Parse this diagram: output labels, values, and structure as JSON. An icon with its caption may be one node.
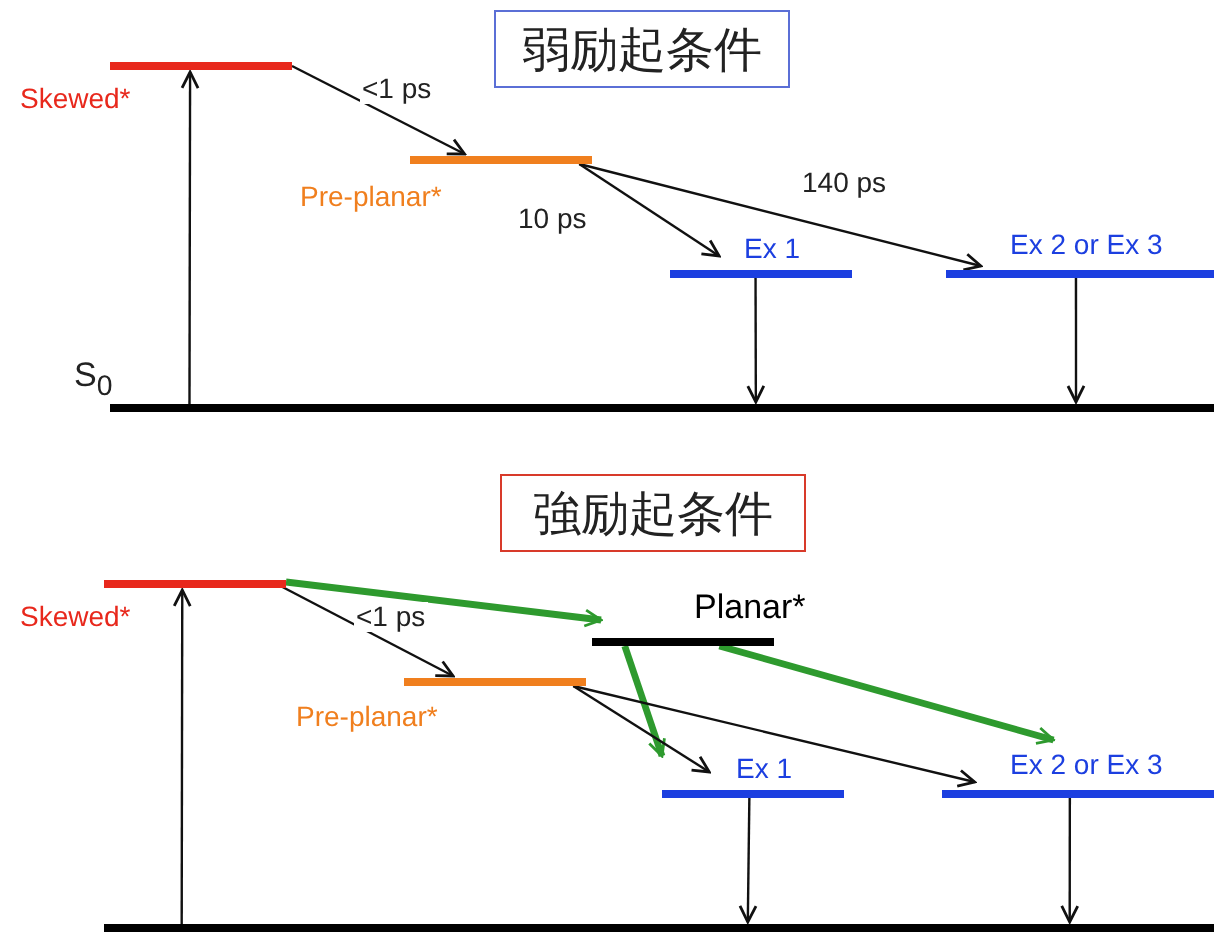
{
  "diagram": {
    "nodes": [
      {
        "text": [
          "弱励起条件"
        ]
      },
      {
        "text": [
          "Skewed*"
        ]
      },
      {
        "text": [
          "Pre-planar*"
        ]
      },
      {
        "text": [
          "Ex 1"
        ]
      },
      {
        "text": [
          "Ex 2 or Ex 3"
        ]
      },
      {
        "text": [
          "S$_{0}$"
        ]
      },
      {
        "text": [
          "強励起条件"
        ]
      },
      {
        "text": [
          "Skewed*"
        ]
      },
      {
        "text": [
          "Planar*"
        ]
      },
      {
        "text": [
          "Pre-planar*"
        ]
      },
      {
        "text": [
          "Ex 1"
        ]
      },
      {
        "text": [
          "Ex 2 or Ex 3"
        ]
      },
      {
        "text": [],
        "shape": "bar"
      }
    ],
    "edges": [
      {
        "from": 5,
        "to": 1,
        "arrow": "to"
      },
      {
        "from": 1,
        "to": 2,
        "arrow": "to",
        "label": "<1 ps"
      },
      {
        "from": 2,
        "to": 3,
        "arrow": "to",
        "label": "10 ps"
      },
      {
        "from": 2,
        "to": 4,
        "arrow": "to",
        "label": "140 ps"
      },
      {
        "from": 3,
        "to": 5,
        "arrow": "to"
      },
      {
        "from": 4,
        "to": 5,
        "arrow": "to"
      },
      {
        "from": 12,
        "to": 7,
        "arrow": "to"
      },
      {
        "from": 7,
        "to": 9,
        "arrow": "to",
        "label": "<1 ps"
      },
      {
        "from": 7,
        "to": 8,
        "arrow": "to",
        "style": "thick",
        "color": "#2e9a2e"
      },
      {
        "from": 8,
        "to": 10,
        "arrow": "to",
        "style": "thick",
        "color": "#2e9a2e"
      },
      {
        "from": 8,
        "to": 11,
        "arrow": "to",
        "style": "thick",
        "color": "#2e9a2e"
      },
      {
        "from": 9,
        "to": 10,
        "arrow": "to"
      },
      {
        "from": 9,
        "to": 11,
        "arrow": "to"
      },
      {
        "from": 10,
        "to": 12,
        "arrow": "to"
      },
      {
        "from": 11,
        "to": 12,
        "arrow": "to"
      }
    ]
  }
}
